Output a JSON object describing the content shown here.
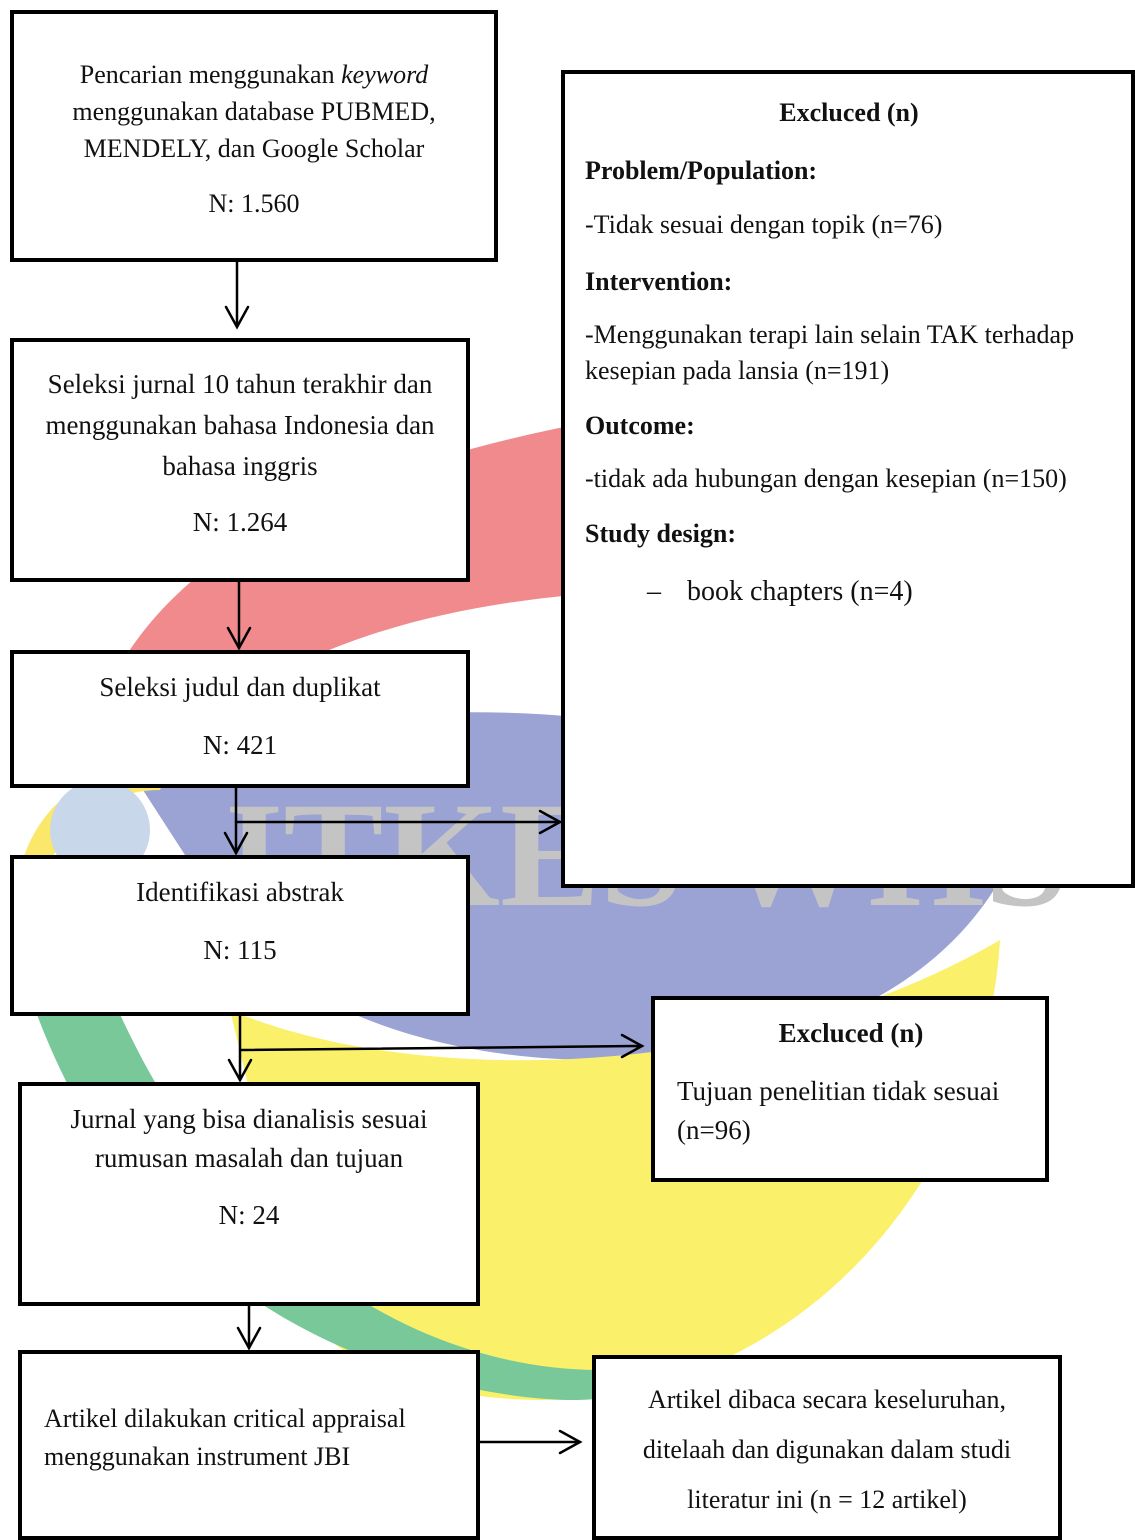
{
  "watermark": {
    "text": "ITKES WHS"
  },
  "flow": [
    {
      "id": "search",
      "lines": [
        "Pencarian menggunakan ",
        "keyword",
        "menggunakan database PUBMED,",
        "MENDELY, dan Google Scholar"
      ],
      "count": "N: 1.560"
    },
    {
      "id": "year-lang",
      "text": "Seleksi jurnal 10 tahun terakhir dan menggunakan bahasa Indonesia dan bahasa inggris",
      "count": "N: 1.264"
    },
    {
      "id": "title-dup",
      "text": "Seleksi judul dan duplikat",
      "count": "N: 421"
    },
    {
      "id": "abstract",
      "text": "Identifikasi abstrak",
      "count": "N: 115"
    },
    {
      "id": "analyzable",
      "text": "Jurnal yang bisa dianalisis sesuai rumusan masalah dan tujuan",
      "count": "N: 24"
    },
    {
      "id": "appraisal",
      "text": "Artikel dilakukan critical appraisal menggunakan instrument JBI"
    },
    {
      "id": "final",
      "text": "Artikel dibaca secara keseluruhan, ditelaah dan digunakan dalam studi literatur ini (n = 12 artikel)"
    }
  ],
  "excluded_main": {
    "title": "Excluced (n)",
    "problem_heading": "Problem/Population:",
    "problem_text": "-Tidak sesuai dengan topik (n=76)",
    "intervention_heading": "Intervention:",
    "intervention_text": "-Menggunakan terapi lain selain TAK terhadap kesepian pada lansia (n=191)",
    "outcome_heading": "Outcome:",
    "outcome_text": "-tidak ada hubungan dengan kesepian (n=150)",
    "design_heading": "Study design:",
    "design_bullet": "–",
    "design_text": "book chapters (n=4)"
  },
  "excluded_secondary": {
    "title": "Excluced (n)",
    "text": "Tujuan penelitian tidak sesuai (n=96)"
  },
  "colors": {
    "watermark_red": "#f08a8c",
    "watermark_blue": "#9aa3d3",
    "watermark_yellow": "#fbf06a",
    "watermark_green": "#78c89a",
    "watermark_text": "#bdbdbd"
  }
}
